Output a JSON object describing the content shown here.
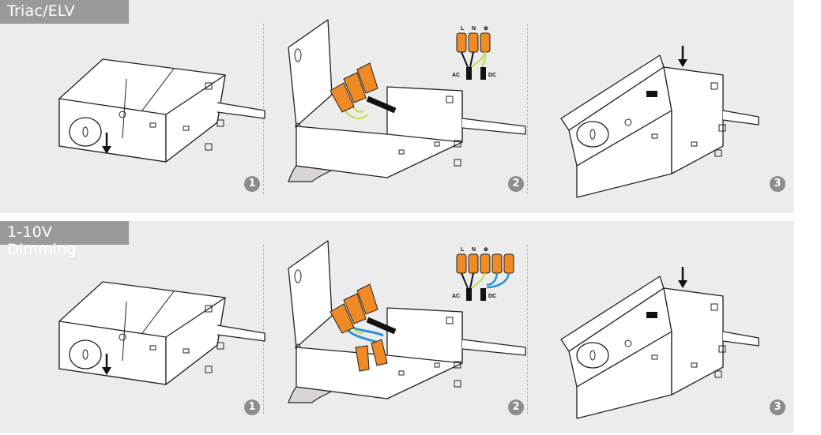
{
  "sections": [
    {
      "title": "Triac/ELV",
      "steps": [
        "1",
        "2",
        "3"
      ],
      "terminal_labels": {
        "live": "L",
        "neutral": "N",
        "ground": "⊕",
        "ac": "AC",
        "dc": "DC"
      }
    },
    {
      "title": "1-10V Dimming",
      "steps": [
        "1",
        "2",
        "3"
      ],
      "terminal_labels": {
        "live": "L",
        "neutral": "N",
        "ground": "⊕",
        "ac": "AC",
        "dc": "DC"
      }
    }
  ],
  "colors": {
    "panel_bg": "#ececec",
    "tag_bg": "#9a9a9a",
    "wire_nut": "#f08a24",
    "wire_green_yellow": "#c8d84a",
    "wire_blue": "#2a8fd8",
    "conduit": "#d8d4d8"
  }
}
